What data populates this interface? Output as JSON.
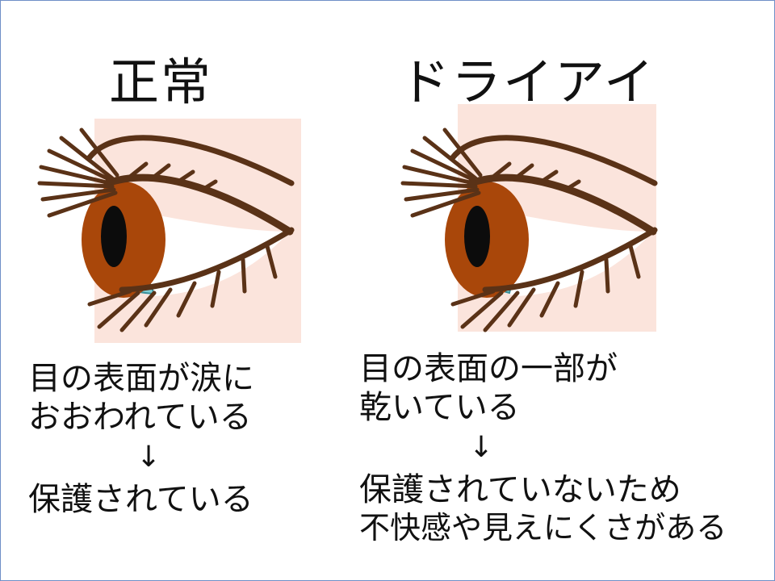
{
  "normal": {
    "title": "正常",
    "line1": "目の表面が涙に",
    "line2": "おおわれている",
    "arrow": "↓",
    "line3": "保護されている"
  },
  "dry": {
    "title": "ドライアイ",
    "line1": "目の表面の一部が",
    "line2": "乾いている",
    "arrow": "↓",
    "line3": "保護されていないため",
    "line4": "不快感や見えにくさがある"
  },
  "colors": {
    "background": "#fbe4dc",
    "lash": "#5a3217",
    "iris": "#a9470a",
    "pupil": "#0c0c0c",
    "tear": "#7fcfd6",
    "frame": "#6f8fc7"
  }
}
